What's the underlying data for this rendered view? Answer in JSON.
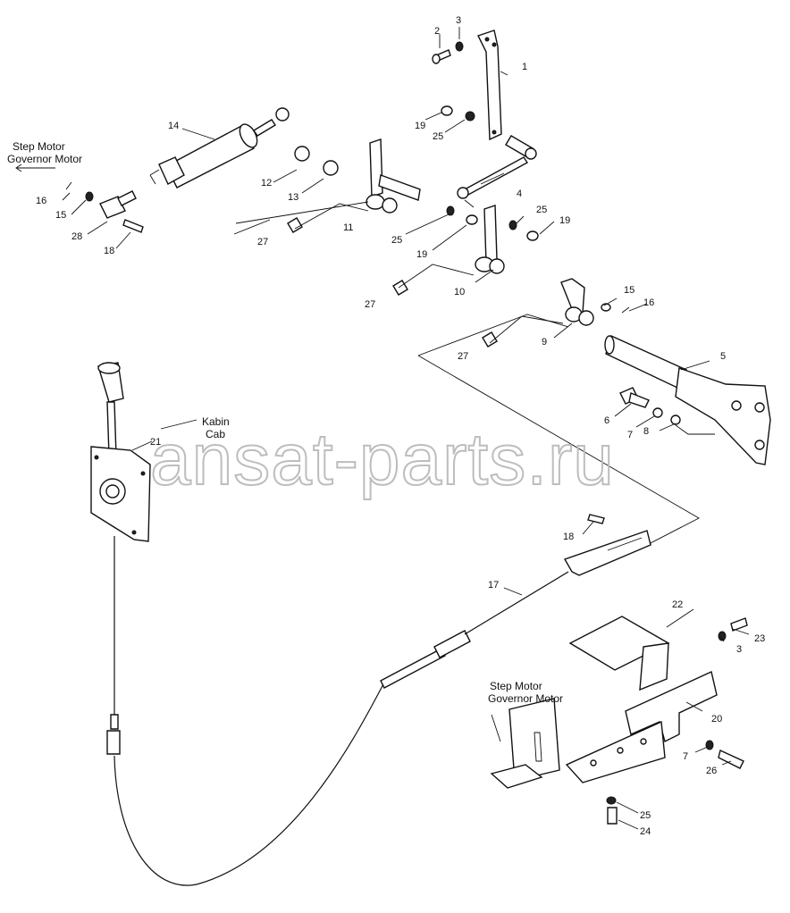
{
  "watermark": "ansat-parts.ru",
  "labels": {
    "step_motor_top_1": "Step Motor",
    "step_motor_top_2": "Governor Motor",
    "kabin_1": "Kabin",
    "kabin_2": "Cab",
    "step_motor_bottom_1": "Step Motor",
    "step_motor_bottom_2": "Governor Motor"
  },
  "callouts": {
    "c1": "1",
    "c2": "2",
    "c3a": "3",
    "c3b": "3",
    "c4": "4",
    "c5": "5",
    "c6": "6",
    "c7a": "7",
    "c7b": "7",
    "c8": "8",
    "c9": "9",
    "c10": "10",
    "c11": "11",
    "c12": "12",
    "c13": "13",
    "c14": "14",
    "c15a": "15",
    "c15b": "15",
    "c16a": "16",
    "c16b": "16",
    "c17": "17",
    "c18a": "18",
    "c18b": "18",
    "c19a": "19",
    "c19b": "19",
    "c19c": "19",
    "c20": "20",
    "c21": "21",
    "c22": "22",
    "c23": "23",
    "c24": "24",
    "c25a": "25",
    "c25b": "25",
    "c25c": "25",
    "c25d": "25",
    "c26": "26",
    "c27a": "27",
    "c27b": "27",
    "c27c": "27",
    "c28": "28"
  }
}
